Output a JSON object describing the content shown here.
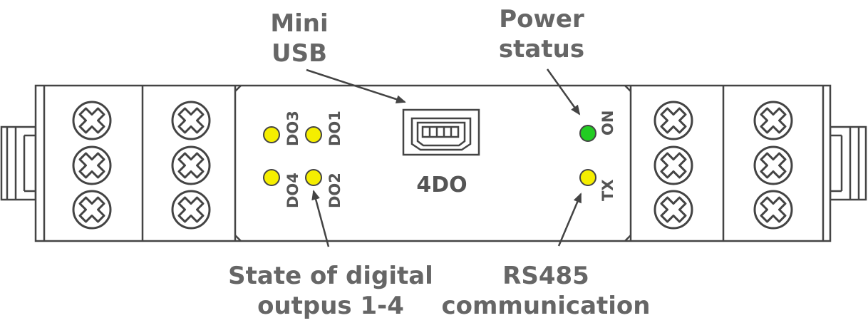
{
  "device": {
    "model": "4DO"
  },
  "callouts": {
    "mini_usb": [
      "Mini",
      "USB"
    ],
    "power_status": [
      "Power",
      "status"
    ],
    "digital_outputs": [
      "State of digital",
      "outpus 1-4"
    ],
    "rs485": [
      "RS485",
      "communication"
    ]
  },
  "leds": {
    "do3": "DO3",
    "do1": "DO1",
    "do4": "DO4",
    "do2": "DO2",
    "on": "ON",
    "tx": "TX"
  },
  "colors": {
    "outline": "#444444",
    "led_yellow": "#f5ee00",
    "led_green": "#22cc22",
    "text": "#666666",
    "arrow": "#555555"
  }
}
